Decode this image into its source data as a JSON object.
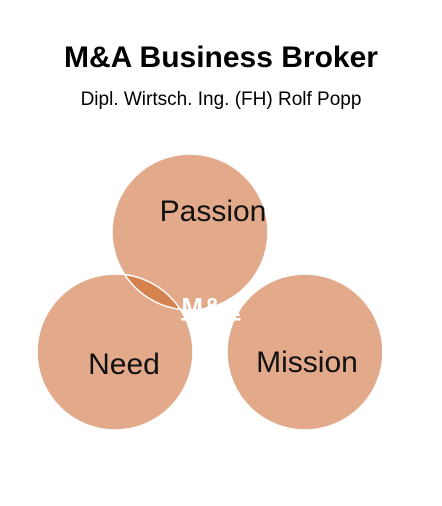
{
  "header": {
    "title": "M&A Business Broker",
    "subtitle": "Dipl. Wirtsch. Ing. (FH) Rolf Popp"
  },
  "diagram": {
    "circles": [
      {
        "label": "Passion"
      },
      {
        "label": "Need"
      },
      {
        "label": "Mission"
      }
    ],
    "center_label": "M&A",
    "colors": {
      "circle_fill": "#E2A98A",
      "overlap_fill": "#D4824E",
      "stroke": "#ffffff",
      "center_text": "#ffffff"
    }
  }
}
